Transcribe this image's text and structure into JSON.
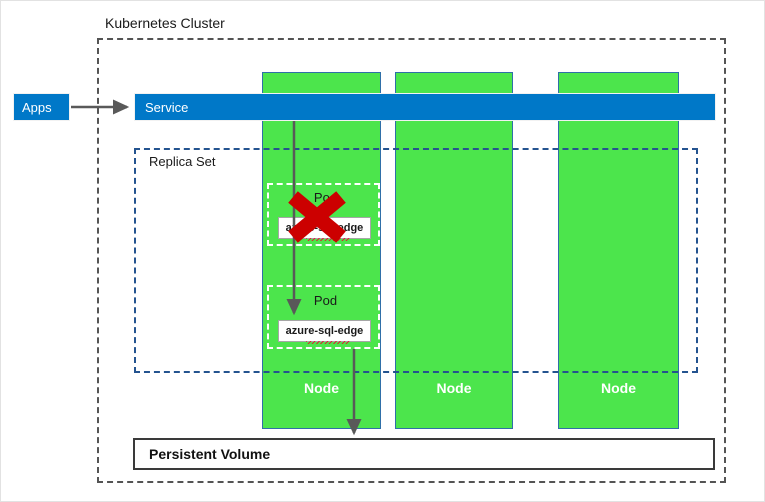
{
  "diagram": {
    "title": "Kubernetes Cluster",
    "type": "architecture-diagram",
    "colors": {
      "node_green": "#4ce54c",
      "node_border": "#2f6fa8",
      "service_blue": "#0078c8",
      "cluster_dash": "#545454",
      "replicaset_dash": "#24538f",
      "pod_dash": "#ffffff",
      "failure_x": "#cc0000",
      "arrow_gray": "#595959",
      "volume_border": "#3a3a3a"
    }
  },
  "cluster": {
    "label": "Kubernetes Cluster"
  },
  "apps": {
    "label": "Apps"
  },
  "service": {
    "label": "Service"
  },
  "replica_set": {
    "label": "Replica Set"
  },
  "pods": [
    {
      "label": "Pod",
      "container": "azure-sql-edge",
      "state": "failed",
      "failure_marker": "red-x"
    },
    {
      "label": "Pod",
      "container": "azure-sql-edge",
      "state": "running",
      "failure_marker": null
    }
  ],
  "nodes": [
    {
      "label": "Node"
    },
    {
      "label": "Node"
    },
    {
      "label": "Node"
    }
  ],
  "persistent_volume": {
    "label": "Persistent Volume"
  },
  "arrows": [
    {
      "name": "apps-to-service",
      "direction": "right"
    },
    {
      "name": "service-to-pod",
      "direction": "down"
    },
    {
      "name": "pod-to-persistent-volume",
      "direction": "down"
    }
  ]
}
